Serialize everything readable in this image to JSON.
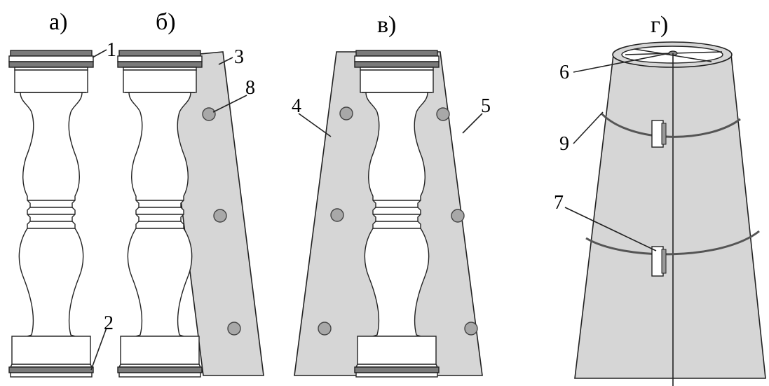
{
  "panels": {
    "a": "а)",
    "b": "б)",
    "c": "в)",
    "d": "г)"
  },
  "callouts": {
    "n1": "1",
    "n2": "2",
    "n3": "3",
    "n4": "4",
    "n5": "5",
    "n6": "6",
    "n7": "7",
    "n8": "8",
    "n9": "9"
  }
}
